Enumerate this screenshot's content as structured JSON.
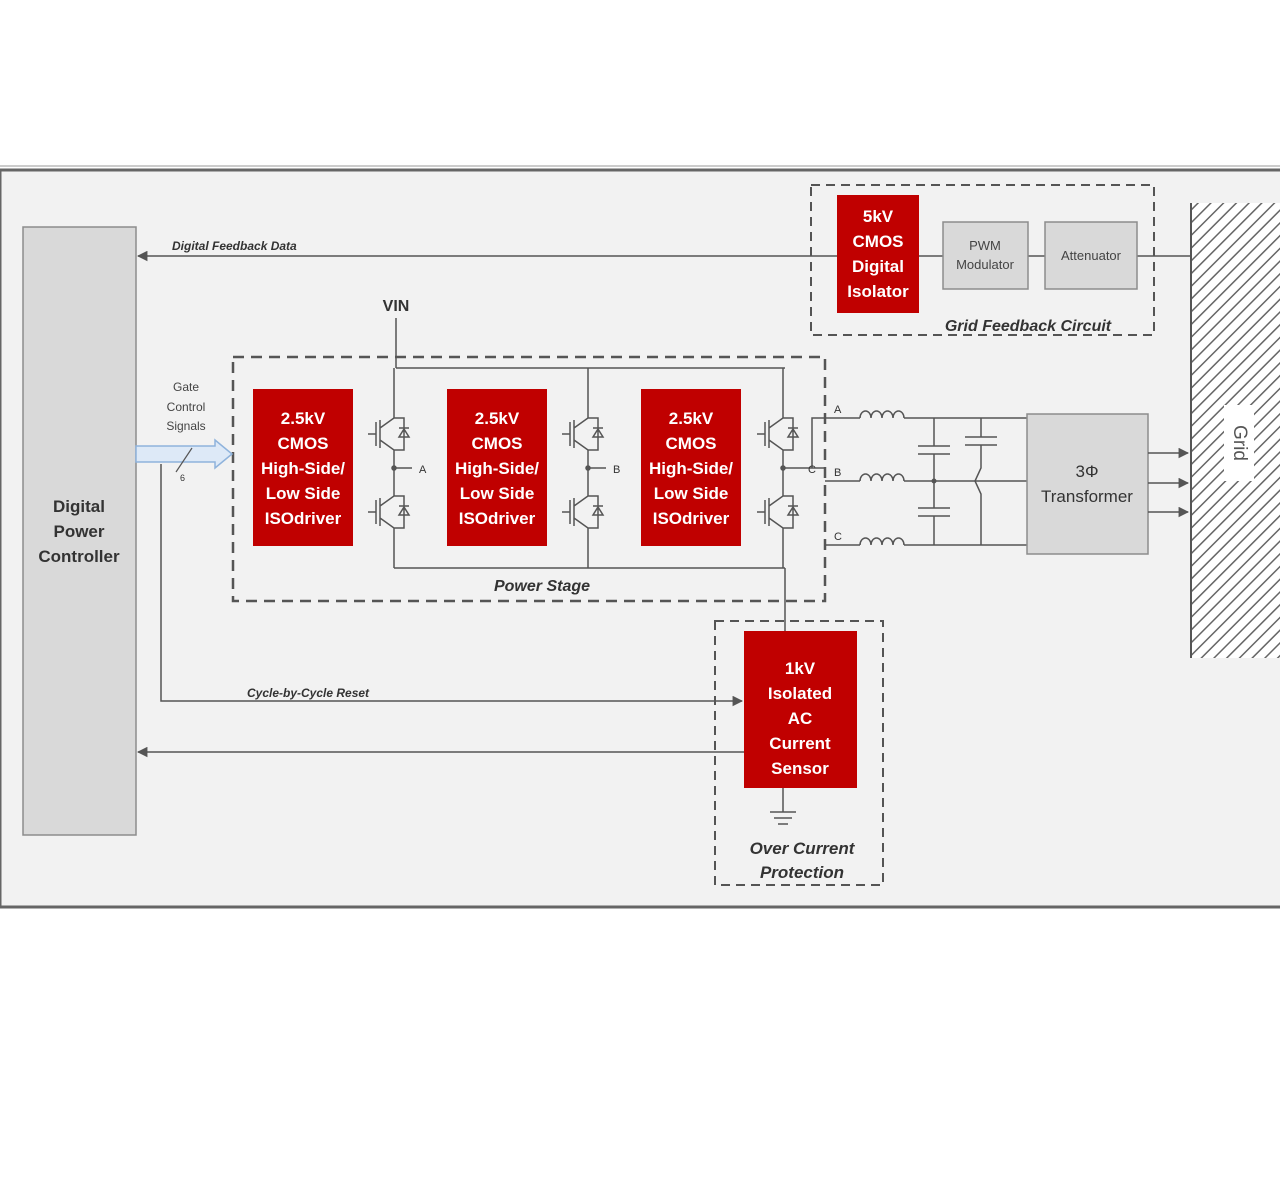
{
  "colors": {
    "driver_red": "#c00000",
    "panel_bg": "#f2f2f2",
    "block_grey": "#d9d9d9",
    "line": "#555555",
    "arrow_fill": "#dde9f7",
    "arrow_stroke": "#8fb3dc"
  },
  "controller": {
    "lines": [
      "Digital",
      "Power",
      "Controller"
    ]
  },
  "signals": {
    "digital_feedback": "Digital Feedback Data",
    "gate_control": [
      "Gate",
      "Control",
      "Signals"
    ],
    "bus_width": "6",
    "cycle_reset": "Cycle-by-Cycle Reset",
    "vin": "VIN"
  },
  "grid_feedback": {
    "label": "Grid Feedback Circuit",
    "isolator": [
      "5kV",
      "CMOS",
      "Digital",
      "Isolator"
    ],
    "pwm": [
      "PWM",
      "Modulator"
    ],
    "attenuator": "Attenuator"
  },
  "power_stage": {
    "label": "Power Stage",
    "drivers": [
      {
        "lines": [
          "2.5kV",
          "CMOS",
          "High-Side/",
          "Low Side",
          "ISOdriver"
        ],
        "phase": "A"
      },
      {
        "lines": [
          "2.5kV",
          "CMOS",
          "High-Side/",
          "Low Side",
          "ISOdriver"
        ],
        "phase": "B"
      },
      {
        "lines": [
          "2.5kV",
          "CMOS",
          "High-Side/",
          "Low Side",
          "ISOdriver"
        ],
        "phase": "C"
      }
    ]
  },
  "filter_phases": [
    "A",
    "B",
    "C"
  ],
  "transformer": [
    "3Φ",
    "Transformer"
  ],
  "grid": "Grid",
  "over_current": {
    "label": [
      "Over Current",
      "Protection"
    ],
    "sensor": [
      "1kV",
      "Isolated",
      "AC",
      "Current",
      "Sensor"
    ]
  }
}
